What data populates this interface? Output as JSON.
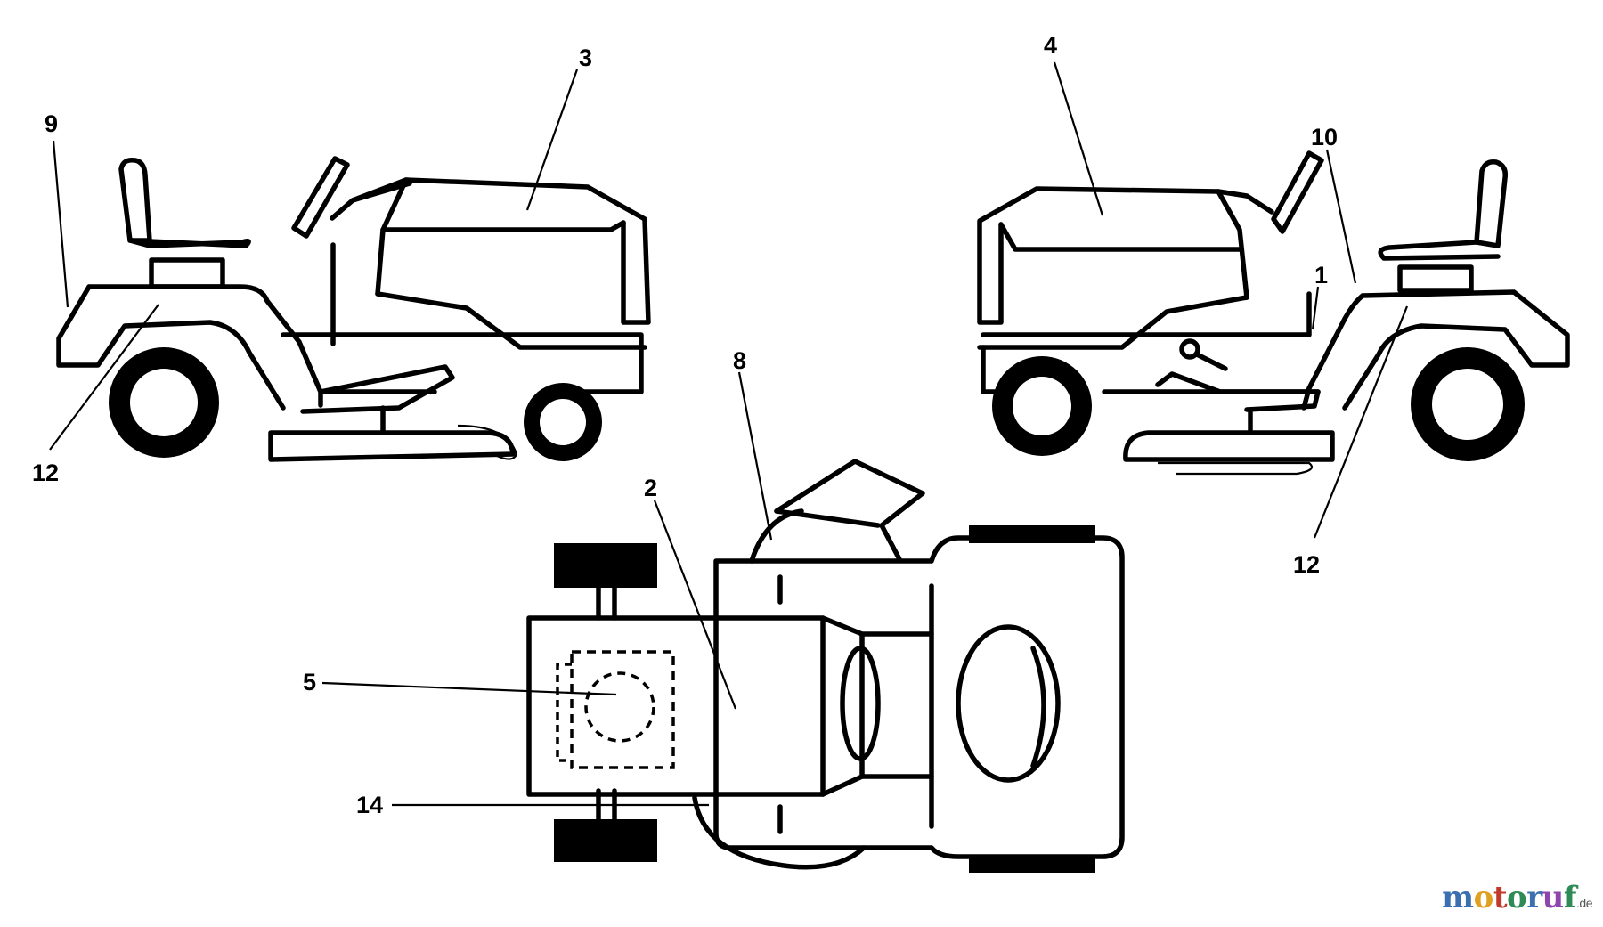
{
  "callouts": {
    "c1": "1",
    "c2": "2",
    "c3": "3",
    "c4": "4",
    "c5": "5",
    "c8": "8",
    "c9": "9",
    "c10": "10",
    "c12a": "12",
    "c12b": "12",
    "c14": "14"
  },
  "watermark": {
    "letters": [
      "m",
      "o",
      "t",
      "o",
      "r",
      "u",
      "f"
    ],
    "letter_colors": [
      "#3a6fb0",
      "#e0a020",
      "#c0392b",
      "#2e8b57",
      "#3a6fb0",
      "#8e44ad",
      "#2e8b57"
    ],
    "tld": ".de"
  }
}
